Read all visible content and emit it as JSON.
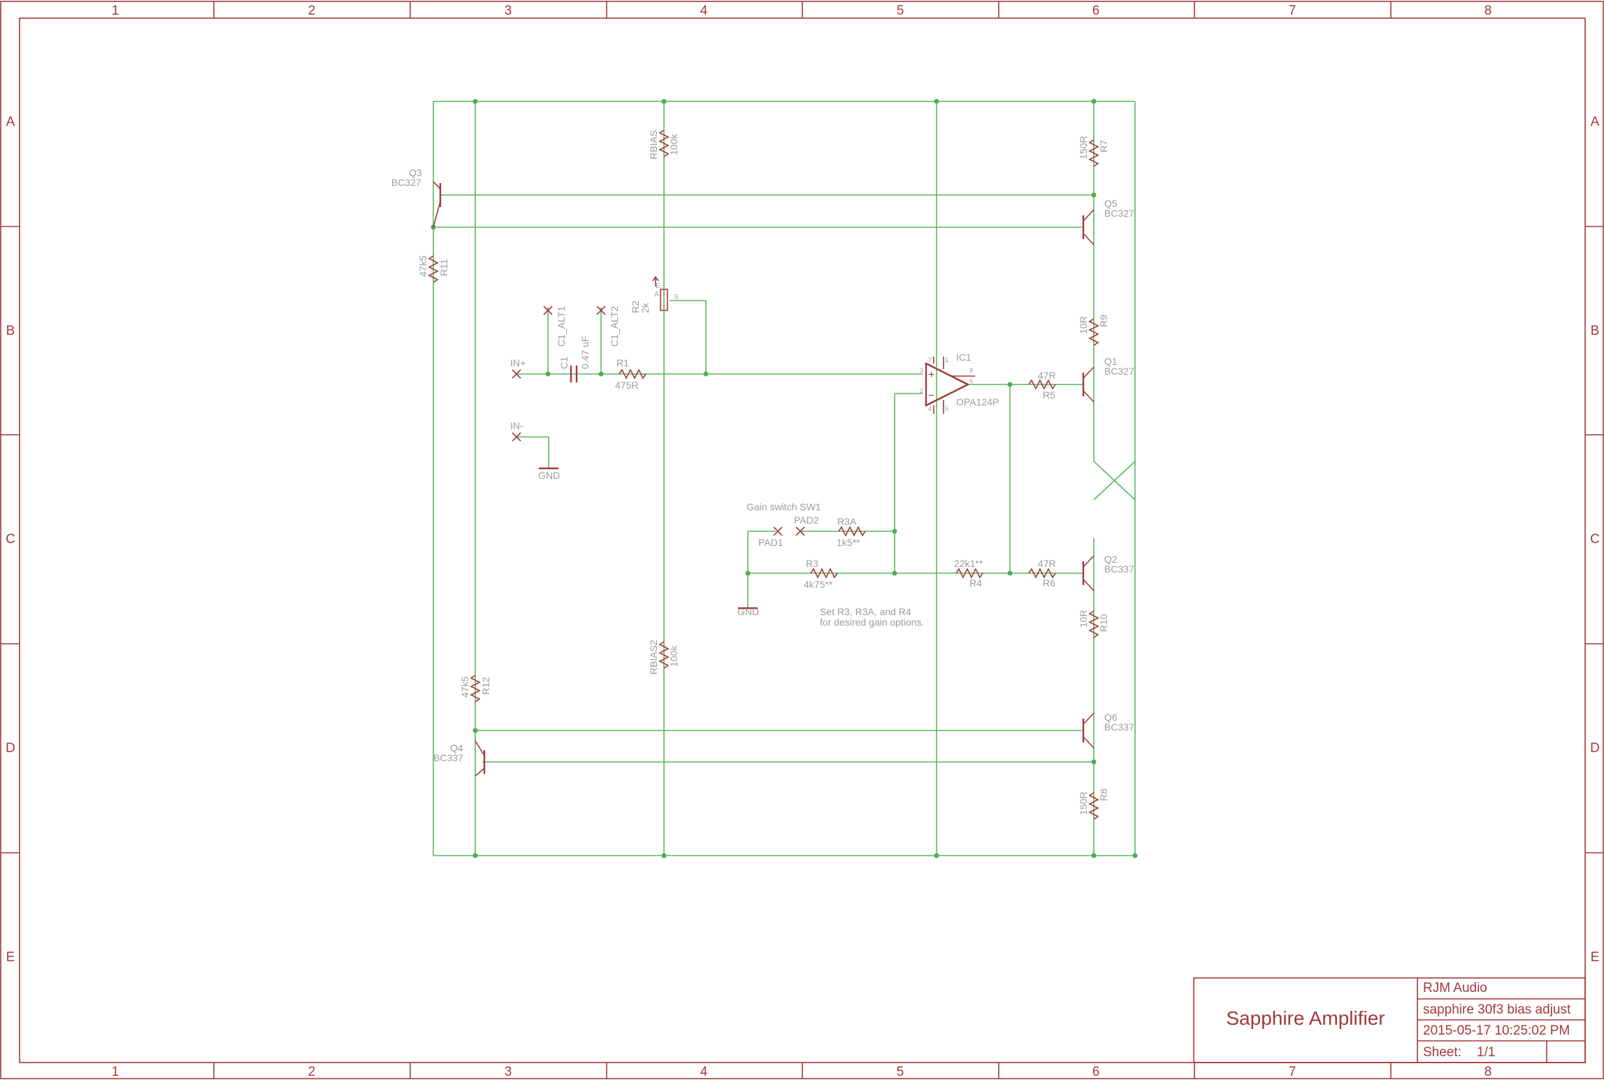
{
  "frame": {
    "columns": [
      "1",
      "2",
      "3",
      "4",
      "5",
      "6",
      "7",
      "8"
    ],
    "rows": [
      "A",
      "B",
      "C",
      "D",
      "E"
    ]
  },
  "title_block": {
    "title": "Sapphire Amplifier",
    "company": "RJM Audio",
    "filename": "sapphire 30f3 bias adjust",
    "timestamp": "2015-05-17 10:25:02 PM",
    "sheet_label": "Sheet:",
    "sheet_value": "1/1"
  },
  "components": {
    "q3": {
      "ref": "Q3",
      "value": "BC327"
    },
    "q5": {
      "ref": "Q5",
      "value": "BC327"
    },
    "q1": {
      "ref": "Q1",
      "value": "BC327"
    },
    "q2": {
      "ref": "Q2",
      "value": "BC337"
    },
    "q6": {
      "ref": "Q6",
      "value": "BC337"
    },
    "q4": {
      "ref": "Q4",
      "value": "BC337"
    },
    "r11": {
      "ref": "R11",
      "value": "47k5"
    },
    "r12": {
      "ref": "R12",
      "value": "47k5"
    },
    "rbias": {
      "ref": "RBIAS",
      "value": "100k"
    },
    "rbias2": {
      "ref": "RBIAS2",
      "value": "100k"
    },
    "r7": {
      "ref": "R7",
      "value": "150R"
    },
    "r8": {
      "ref": "R8",
      "value": "150R"
    },
    "r9": {
      "ref": "R9",
      "value": "10R"
    },
    "r10": {
      "ref": "R10",
      "value": "10R"
    },
    "r5": {
      "ref": "R5",
      "value": "47R"
    },
    "r6": {
      "ref": "R6",
      "value": "47R"
    },
    "r4": {
      "ref": "R4",
      "value": "22k1**"
    },
    "r3": {
      "ref": "R3",
      "value": "4k75**"
    },
    "r3a": {
      "ref": "R3A",
      "value": "1k5**"
    },
    "r1": {
      "ref": "R1",
      "value": "475R"
    },
    "r2": {
      "ref": "R2",
      "value": "2k",
      "pin_a": "A",
      "pin_e": "E",
      "pin_s": "S"
    },
    "c1": {
      "ref": "C1",
      "value": "0.47 uF"
    },
    "c1_alt1": {
      "ref": "C1_ALT1"
    },
    "c1_alt2": {
      "ref": "C1_ALT2"
    },
    "ic1": {
      "ref": "IC1",
      "value": "OPA124P",
      "plus": "+",
      "minus": "−",
      "pins": [
        "7",
        "1",
        "8",
        "6",
        "3",
        "2",
        "4",
        "5"
      ]
    },
    "pad1": {
      "ref": "PAD1"
    },
    "pad2": {
      "ref": "PAD2"
    }
  },
  "nets": {
    "in_plus": "IN+",
    "in_minus": "IN-",
    "gnd1": "GND",
    "gnd2": "GND"
  },
  "notes": {
    "gain_switch": "Gain switch SW1",
    "set_line1": "Set R3, R3A, and R4",
    "set_line2": "for desired gain options."
  }
}
